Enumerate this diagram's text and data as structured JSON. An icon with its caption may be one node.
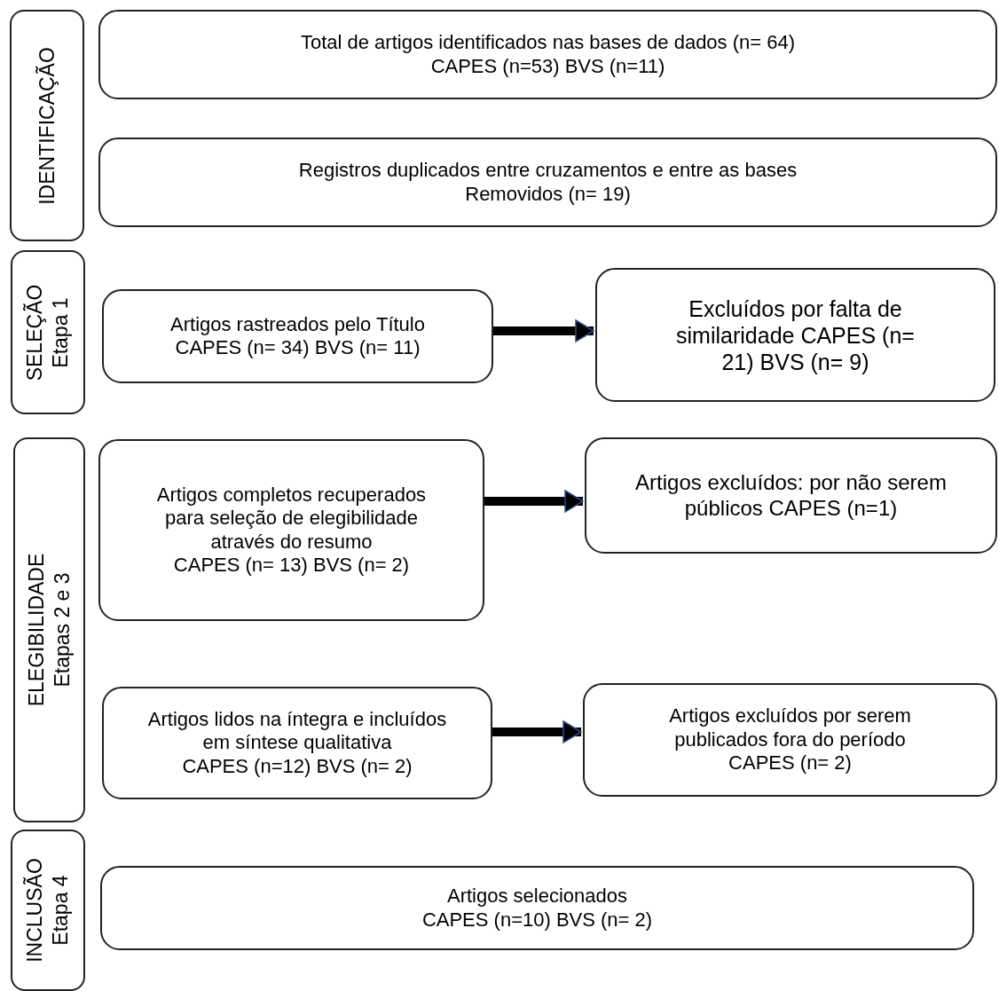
{
  "diagram": {
    "nodes": [
      {
        "text": [
          "IDENTIFICAÇÃO"
        ]
      },
      {
        "text": [
          "Total de artigos identificados nas bases de dados (n= 64)",
          "CAPES (n=53) BVS (n=11)"
        ]
      },
      {
        "text": [
          "Registros duplicados entre cruzamentos e entre as bases",
          "Removidos (n= 19)"
        ]
      },
      {
        "text": [
          "SELEÇÃO",
          "Etapa 1"
        ]
      },
      {
        "text": [
          "Artigos rastreados pelo Título",
          "CAPES (n= 34) BVS (n= 11)"
        ]
      },
      {
        "text": [
          "Excluídos por falta de similaridade CAPES (n= 21) BVS (n= 9)"
        ]
      },
      {
        "text": [
          "ELEGIBILIDADE",
          "Etapas 2 e 3"
        ]
      },
      {
        "text": [
          "Artigos completos recuperados para seleção de elegibilidade através do resumo",
          "CAPES (n= 13) BVS (n= 2)"
        ]
      },
      {
        "text": [
          "Artigos excluídos: por não serem públicos CAPES (n=1)"
        ]
      },
      {
        "text": [
          "Artigos lidos na íntegra e incluídos em síntese qualitativa",
          "CAPES (n=12) BVS (n= 2)"
        ]
      },
      {
        "text": [
          "Artigos excluídos por serem publicados fora do período CAPES (n= 2)"
        ]
      },
      {
        "text": [
          "INCLUSÃO",
          "Etapa 4"
        ]
      },
      {
        "text": [
          "Artigos selecionados",
          "CAPES (n=10) BVS (n= 2)"
        ]
      }
    ],
    "edges": [
      {
        "from": 4,
        "to": 5,
        "arrow": "to"
      },
      {
        "from": 7,
        "to": 8,
        "arrow": "to"
      },
      {
        "from": 9,
        "to": 10,
        "arrow": "to"
      }
    ]
  }
}
